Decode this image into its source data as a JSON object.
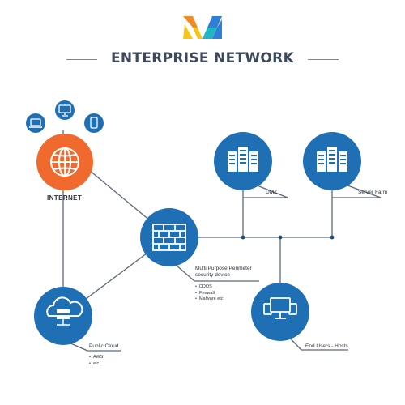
{
  "title": "ENTERPRISE NETWORK",
  "colors": {
    "blue": "#1f6fb5",
    "orange": "#ef6a2c",
    "line": "#5d6876",
    "title_text": "#3d4a5c",
    "logo_orange": "#f08a24",
    "logo_yellow": "#f5c518",
    "logo_blue": "#2f7fd8",
    "logo_teal": "#22b5c6"
  },
  "nodes": {
    "internet": {
      "label": "INTERNET",
      "icon": "globe-icon"
    },
    "perimeter": {
      "label_lines": [
        "Multi Purpose Perimeter",
        "security device"
      ],
      "bullets": [
        "DDOS",
        "Firewall",
        "Malware etc"
      ],
      "icon": "firewall-icon"
    },
    "public_cloud": {
      "label": "Public Cloud",
      "bullets": [
        "AWS",
        "etc"
      ],
      "icon": "cloud-server-icon"
    },
    "dmz": {
      "label": "DMZ",
      "icon": "servers-icon"
    },
    "server_farm": {
      "label": "Server Farm",
      "icon": "servers-icon"
    },
    "end_users": {
      "label": "End Users - Hosts",
      "icon": "monitors-icon"
    }
  },
  "devices": [
    "laptop-icon",
    "desktop-icon",
    "mobile-icon"
  ]
}
